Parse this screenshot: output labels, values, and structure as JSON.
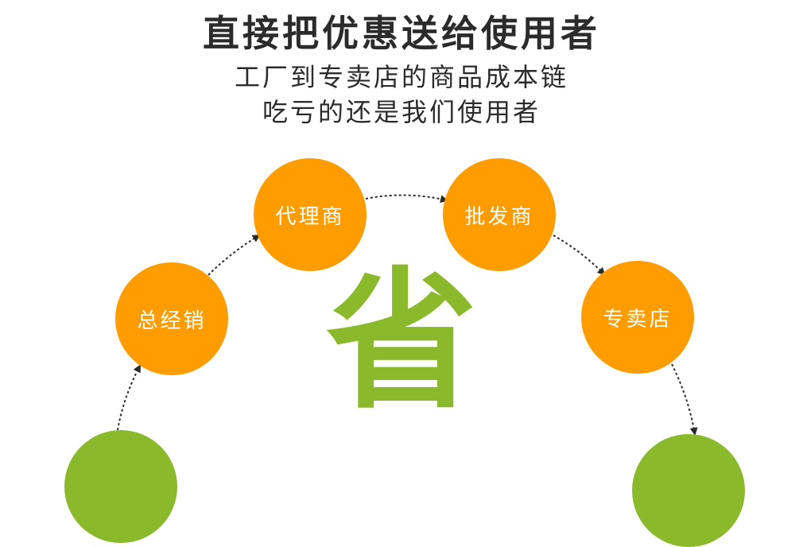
{
  "header": {
    "title": "直接把优惠送给使用者",
    "subtitle_line1": "工厂到专卖店的商品成本链",
    "subtitle_line2": "吃亏的还是我们使用者"
  },
  "chain": {
    "nodes": [
      "总经销",
      "代理商",
      "批发商",
      "专卖店"
    ],
    "center_char": "省"
  },
  "colors": {
    "orange": "#ff9c00",
    "green": "#8aba2c",
    "text": "#2b2b2b"
  }
}
